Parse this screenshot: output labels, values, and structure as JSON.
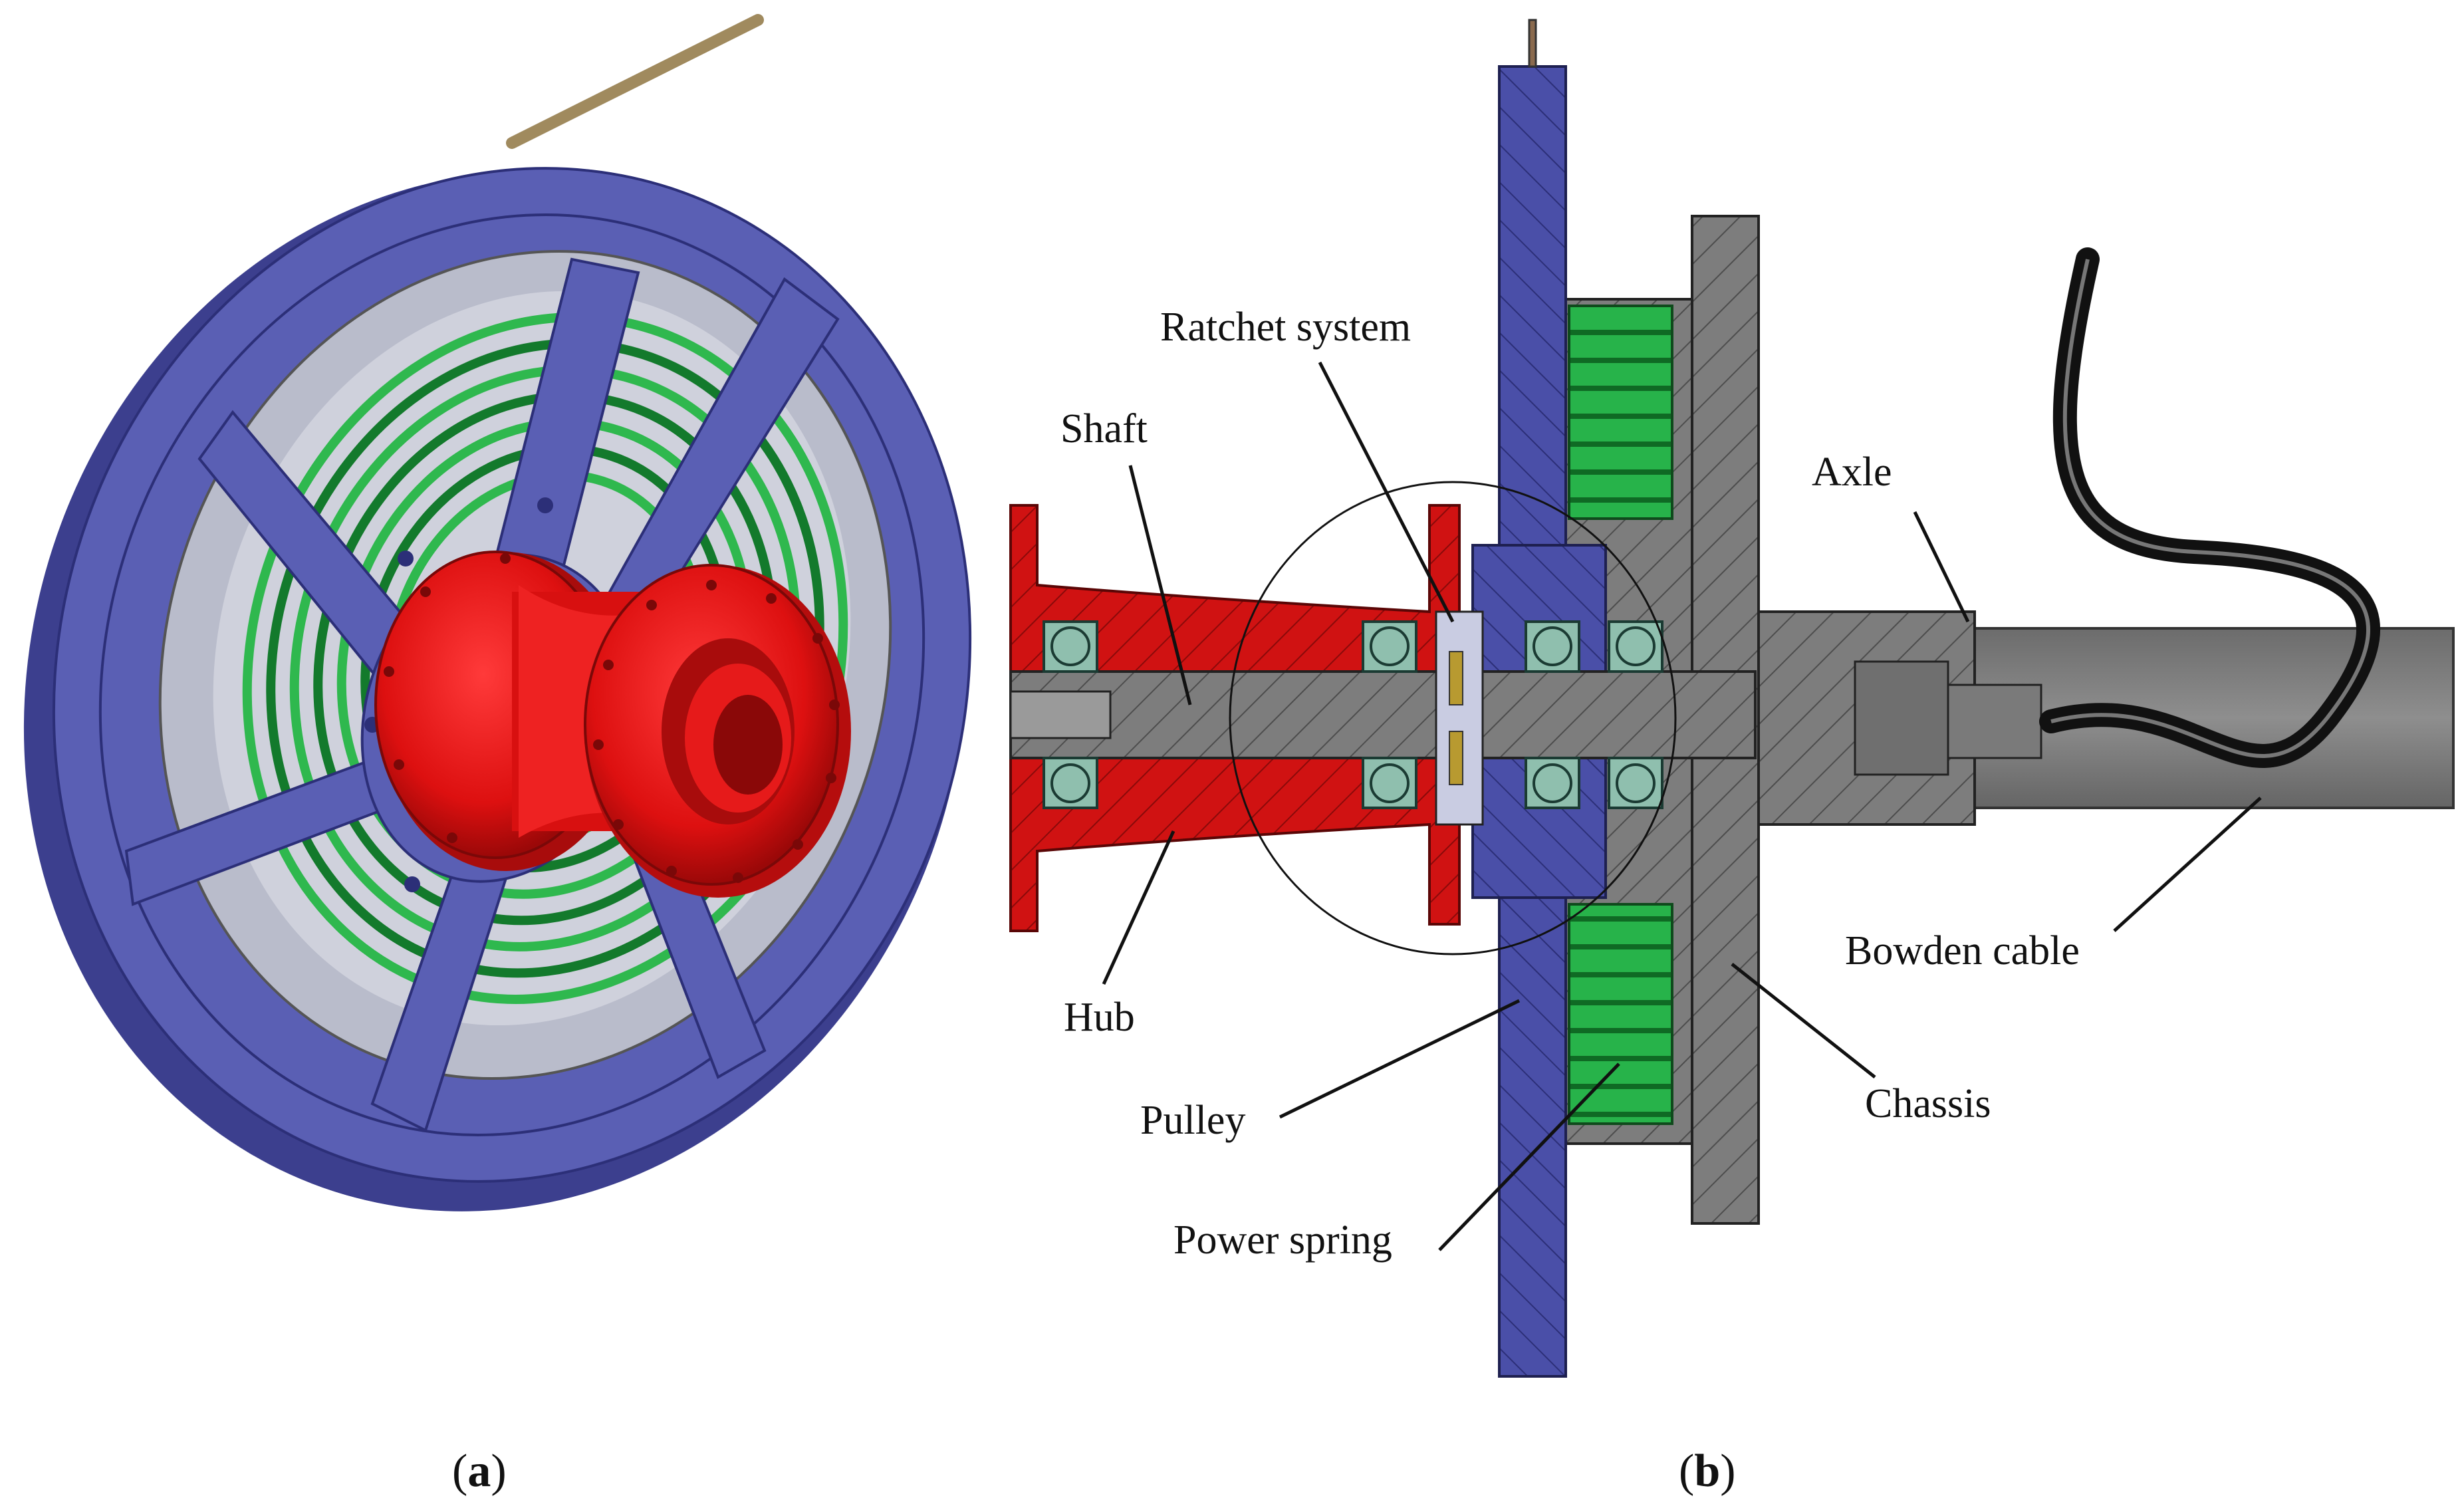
{
  "panels": {
    "a": {
      "caption_open": "(",
      "caption_letter": "a",
      "caption_close": ")"
    },
    "b": {
      "caption_open": "(",
      "caption_letter": "b",
      "caption_close": ")"
    }
  },
  "labels": {
    "ratchet": "Ratchet system",
    "shaft": "Shaft",
    "axle": "Axle",
    "hub": "Hub",
    "pulley": "Pulley",
    "power_spring": "Power spring",
    "bowden_cable": "Bowden cable",
    "chassis": "Chassis"
  },
  "colors": {
    "pulley": "#5a5fb4",
    "pulley_dark": "#3c3f8e",
    "hub": "#e01414",
    "hub_dark": "#a80c0c",
    "spring": "#2fb84e",
    "spring_dark": "#137a2c",
    "chassis": "#8a8a8a",
    "chassis_dark": "#5c5c5c",
    "bearing": "#8fbfae",
    "cable": "#1a1a1a",
    "rope": "#a08a5e"
  }
}
